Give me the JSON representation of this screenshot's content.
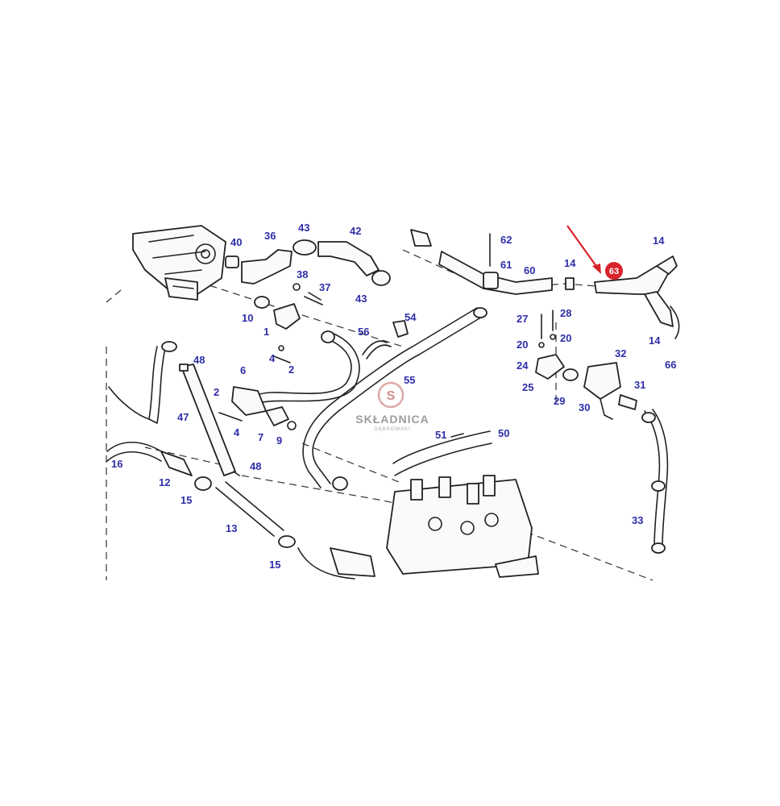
{
  "diagram": {
    "part_labels": [
      "40",
      "36",
      "43",
      "42",
      "38",
      "37",
      "43",
      "10",
      "1",
      "4",
      "2",
      "62",
      "61",
      "60",
      "14",
      "14",
      "14",
      "27",
      "28",
      "20",
      "20",
      "24",
      "29",
      "25",
      "30",
      "32",
      "31",
      "56",
      "54",
      "55",
      "48",
      "47",
      "6",
      "2",
      "4",
      "7",
      "9",
      "51",
      "50",
      "16",
      "12",
      "15",
      "13",
      "48",
      "15",
      "33",
      "66"
    ],
    "highlighted_part": "63",
    "highlight_color": "#d8232a",
    "label_color": "#2e2ea8"
  },
  "watermark": {
    "brand": "SKŁADNICA",
    "sub": "DĄBROWSKI",
    "logo_glyph": "S"
  }
}
